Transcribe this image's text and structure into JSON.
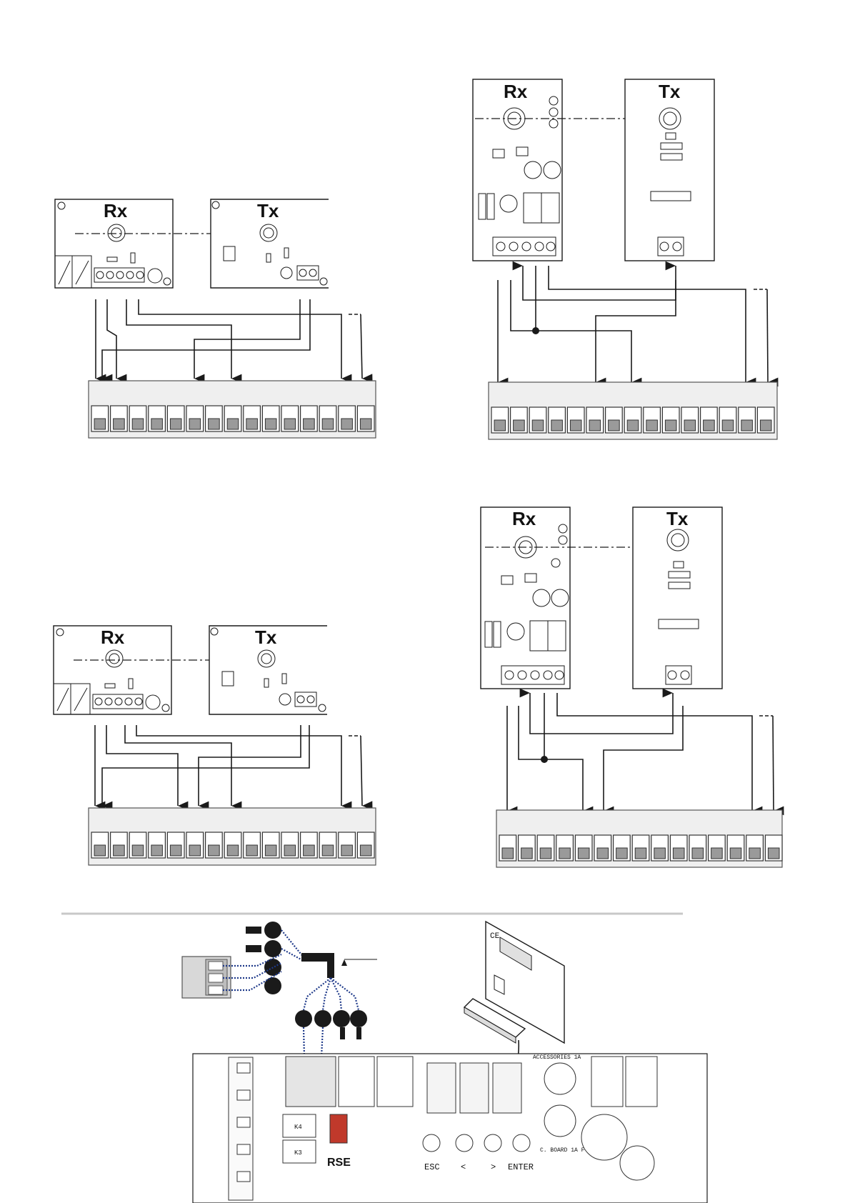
{
  "diagram_1": {
    "rx_label": "Rx",
    "tx_label": "Tx"
  },
  "diagram_2": {
    "rx_label": "Rx",
    "tx_label": "Tx"
  },
  "diagram_3": {
    "rx_label": "Rx",
    "tx_label": "Tx"
  },
  "diagram_4": {
    "rx_label": "Rx",
    "tx_label": "Tx"
  },
  "bottom_panel": {
    "rse_label": "RSE",
    "accessories_label": "ACCESSORIES 1A",
    "esc_label": "ESC",
    "enter_label": "ENTER",
    "less_label": "<",
    "greater_label": ">",
    "board_label": "C. BOARD 1A F",
    "ce_mark": "CE",
    "k_labels": [
      "K4",
      "K3"
    ]
  },
  "colors": {
    "line": "#1a1a1a",
    "terminal_gray": "#9a9a9a",
    "cable_blue": "#1f3a8a"
  }
}
